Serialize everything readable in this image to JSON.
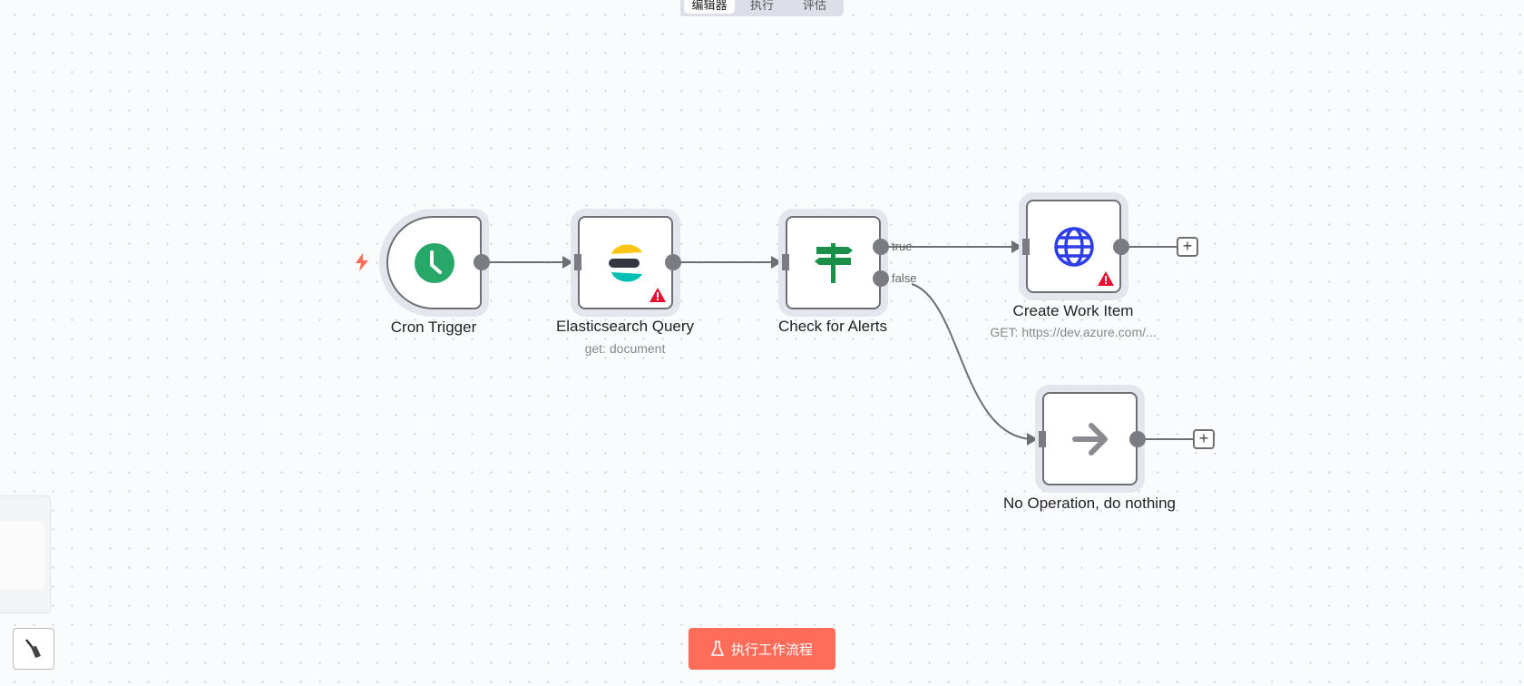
{
  "tabs": [
    {
      "label": "编辑器",
      "active": true
    },
    {
      "label": "执行",
      "active": false
    },
    {
      "label": "评估",
      "active": false
    }
  ],
  "nodes": {
    "cron": {
      "label": "Cron Trigger",
      "icon": "clock-icon",
      "color": "#27a768"
    },
    "elastic": {
      "label": "Elasticsearch Query",
      "subtitle": "get: document",
      "icon": "elasticsearch-icon",
      "warning": true
    },
    "check": {
      "label": "Check for Alerts",
      "icon": "signpost-icon",
      "color": "#1a8f47",
      "outputs": [
        "true",
        "false"
      ]
    },
    "create": {
      "label": "Create Work Item",
      "subtitle": "GET: https://dev.azure.com/...",
      "icon": "globe-icon",
      "color": "#2f3fe8",
      "warning": true
    },
    "noop": {
      "label": "No Operation, do nothing",
      "icon": "arrow-right-icon"
    }
  },
  "toolbar": {
    "execute_label": "执行工作流程",
    "accent": "#ff6d5a"
  }
}
